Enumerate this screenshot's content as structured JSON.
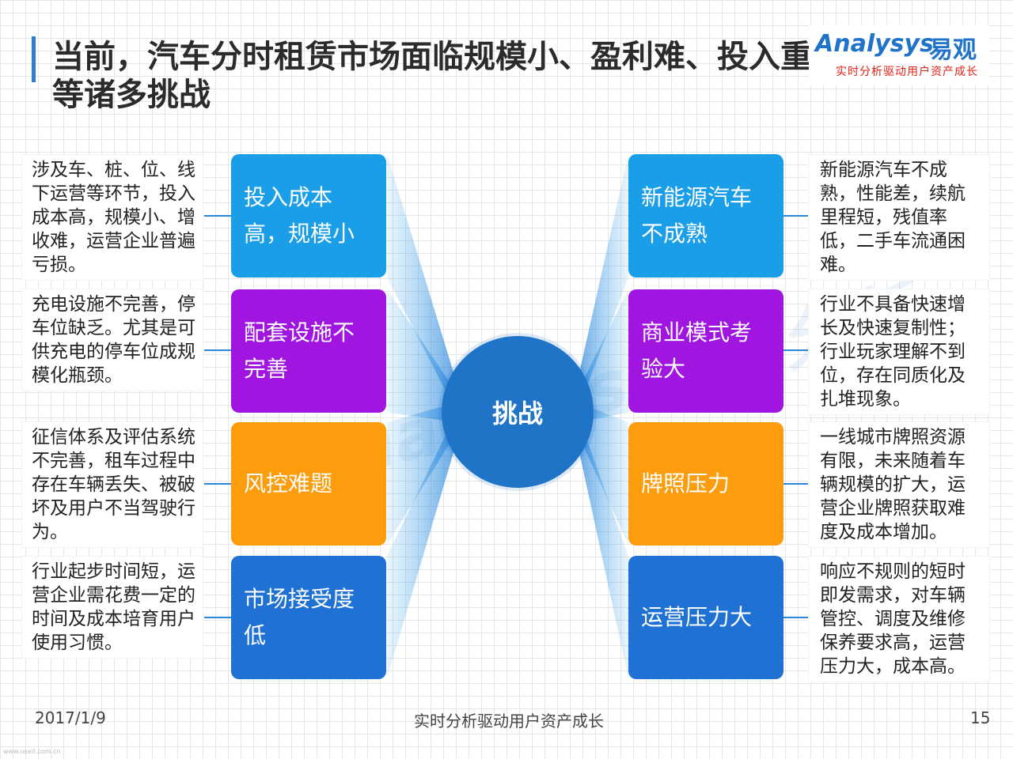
{
  "title": "当前，汽车分时租赁市场面临规模小、盈利难、投入重等诸多挑战",
  "logo": {
    "brand": "Analysys",
    "brand_cn": "易观",
    "slogan": "实时分析驱动用户资产成长"
  },
  "center": {
    "label": "挑战"
  },
  "left": [
    {
      "card": "投入成本高，规模小",
      "color": "#1a9ee8",
      "desc": "涉及车、桩、位、线下运营等环节，投入成本高，规模小、增收难，运营企业普遍亏损。"
    },
    {
      "card": "配套设施不完善",
      "color": "#a015e0",
      "desc": "充电设施不完善，停车位缺乏。尤其是可供充电的停车位成规模化瓶颈。"
    },
    {
      "card": "风控难题",
      "color": "#fd9c0c",
      "desc": "征信体系及评估系统不完善，租车过程中存在车辆丢失、被破坏及用户不当驾驶行为。"
    },
    {
      "card": "市场接受度低",
      "color": "#1f72d4",
      "desc": "行业起步时间短，运营企业需花费一定的时间及成本培育用户使用习惯。"
    }
  ],
  "right": [
    {
      "card": "新能源汽车不成熟",
      "color": "#1a9ee8",
      "desc": "新能源汽车不成熟，性能差，续航里程短，残值率低，二手车流通困难。"
    },
    {
      "card": "商业模式考验大",
      "color": "#a015e0",
      "desc": "行业不具备快速增长及快速复制性；行业玩家理解不到位，存在同质化及扎堆现象。"
    },
    {
      "card": "牌照压力",
      "color": "#fd9c0c",
      "desc": "一线城市牌照资源有限，未来随着车辆规模的扩大，运营企业牌照获取难度及成本增加。"
    },
    {
      "card": "运营压力大",
      "color": "#1f72d4",
      "desc": "响应不规则的短时即发需求，对车辆管控、调度及维修保养要求高，运营压力大，成本高。"
    }
  ],
  "footer": {
    "date": "2017/1/9",
    "slogan": "实时分析驱动用户资产成长",
    "page": "15",
    "url": "www.useit.com.cn"
  },
  "watermark": "Analysys 实时分析"
}
